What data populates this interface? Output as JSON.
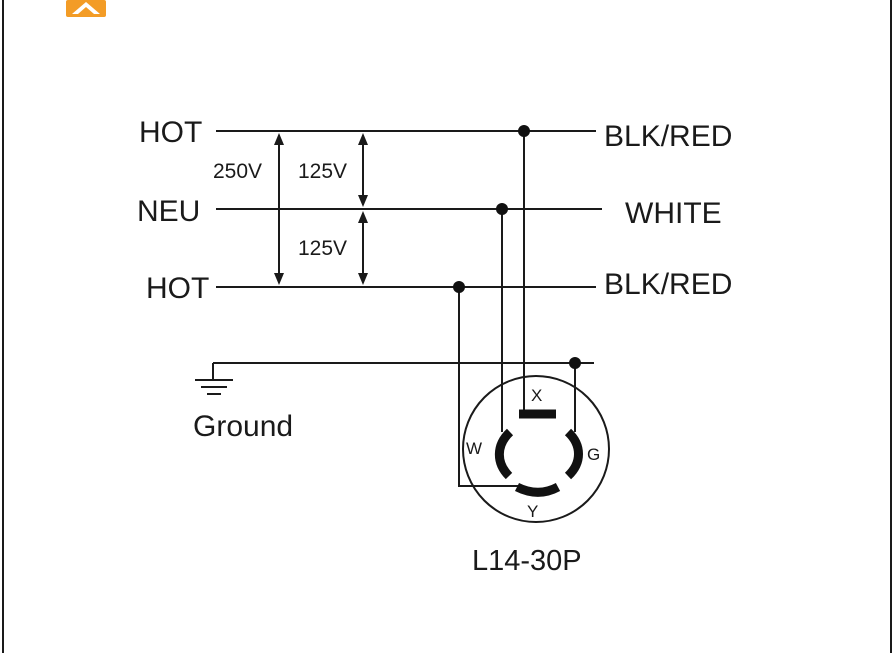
{
  "diagram": {
    "lines": {
      "top": {
        "left_label": "HOT",
        "right_label": "BLK/RED"
      },
      "middle": {
        "left_label": "NEU",
        "right_label": "WHITE"
      },
      "bottom": {
        "left_label": "HOT",
        "right_label": "BLK/RED"
      }
    },
    "voltages": {
      "full": "250V",
      "upper_half": "125V",
      "lower_half": "125V"
    },
    "ground_label": "Ground",
    "terminals": {
      "x": "X",
      "y": "Y",
      "w": "W",
      "g": "G"
    },
    "connector_name": "L14-30P",
    "colors": {
      "line": "#1a1a1a",
      "frame": "#1a1a1a",
      "logo_accent": "#f39c26"
    },
    "icons": [
      "logo-icon",
      "ground-symbol-icon"
    ]
  }
}
